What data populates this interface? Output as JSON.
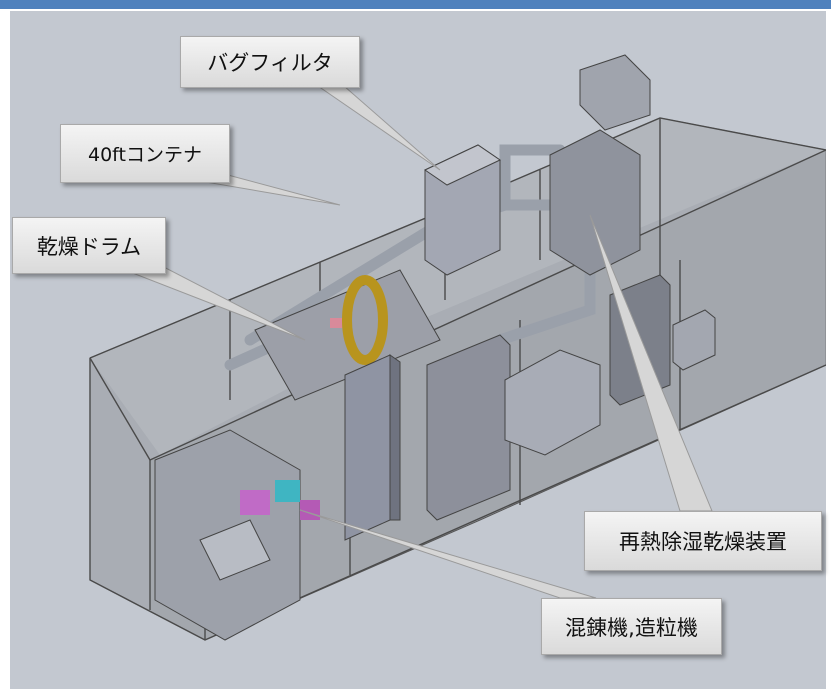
{
  "colors": {
    "top_bar": "#4f81bd",
    "background": "#c3c8d0",
    "callout_fill": "#e6e6e6",
    "callout_border": "#a9a9a9",
    "drum_ring": "#b8941e"
  },
  "callouts": {
    "bag_filter": "バグフィルタ",
    "container": "40ftコンテナ",
    "drying_drum": "乾燥ドラム",
    "reheat_dehumidifier": "再熱除湿乾燥装置",
    "mixer_granulator": "混錬機,造粒機"
  }
}
